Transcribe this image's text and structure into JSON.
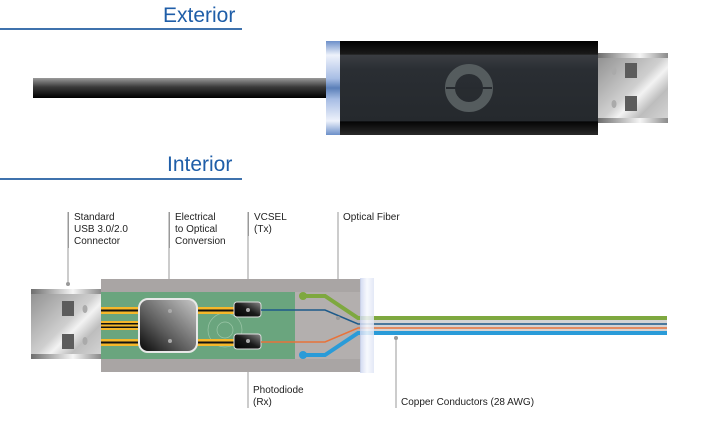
{
  "sections": {
    "exterior": {
      "title": "Exterior"
    },
    "interior": {
      "title": "Interior"
    }
  },
  "labels": {
    "connector": "Standard\nUSB 3.0/2.0\nConnector",
    "conversion": "Electrical\nto Optical\nConversion",
    "vcsel": "VCSEL\n(Tx)",
    "optical_fiber": "Optical Fiber",
    "photodiode": "Photodiode\n(Rx)",
    "copper": "Copper Conductors (28 AWG)"
  },
  "colors": {
    "title": "#1f5ea8",
    "rule": "#3f72ad",
    "pcb": "#6aa57e",
    "trace": "#f5b72a",
    "fiber_green": "#7ea83f",
    "fiber_navy": "#1d5a8a",
    "copper_orange": "#e8733a",
    "copper_blue": "#2a9bd8",
    "housing": "#b3afae",
    "ferrule": "#dfe5f5",
    "body_dark": "#272b30",
    "logo": "#555c5e"
  }
}
